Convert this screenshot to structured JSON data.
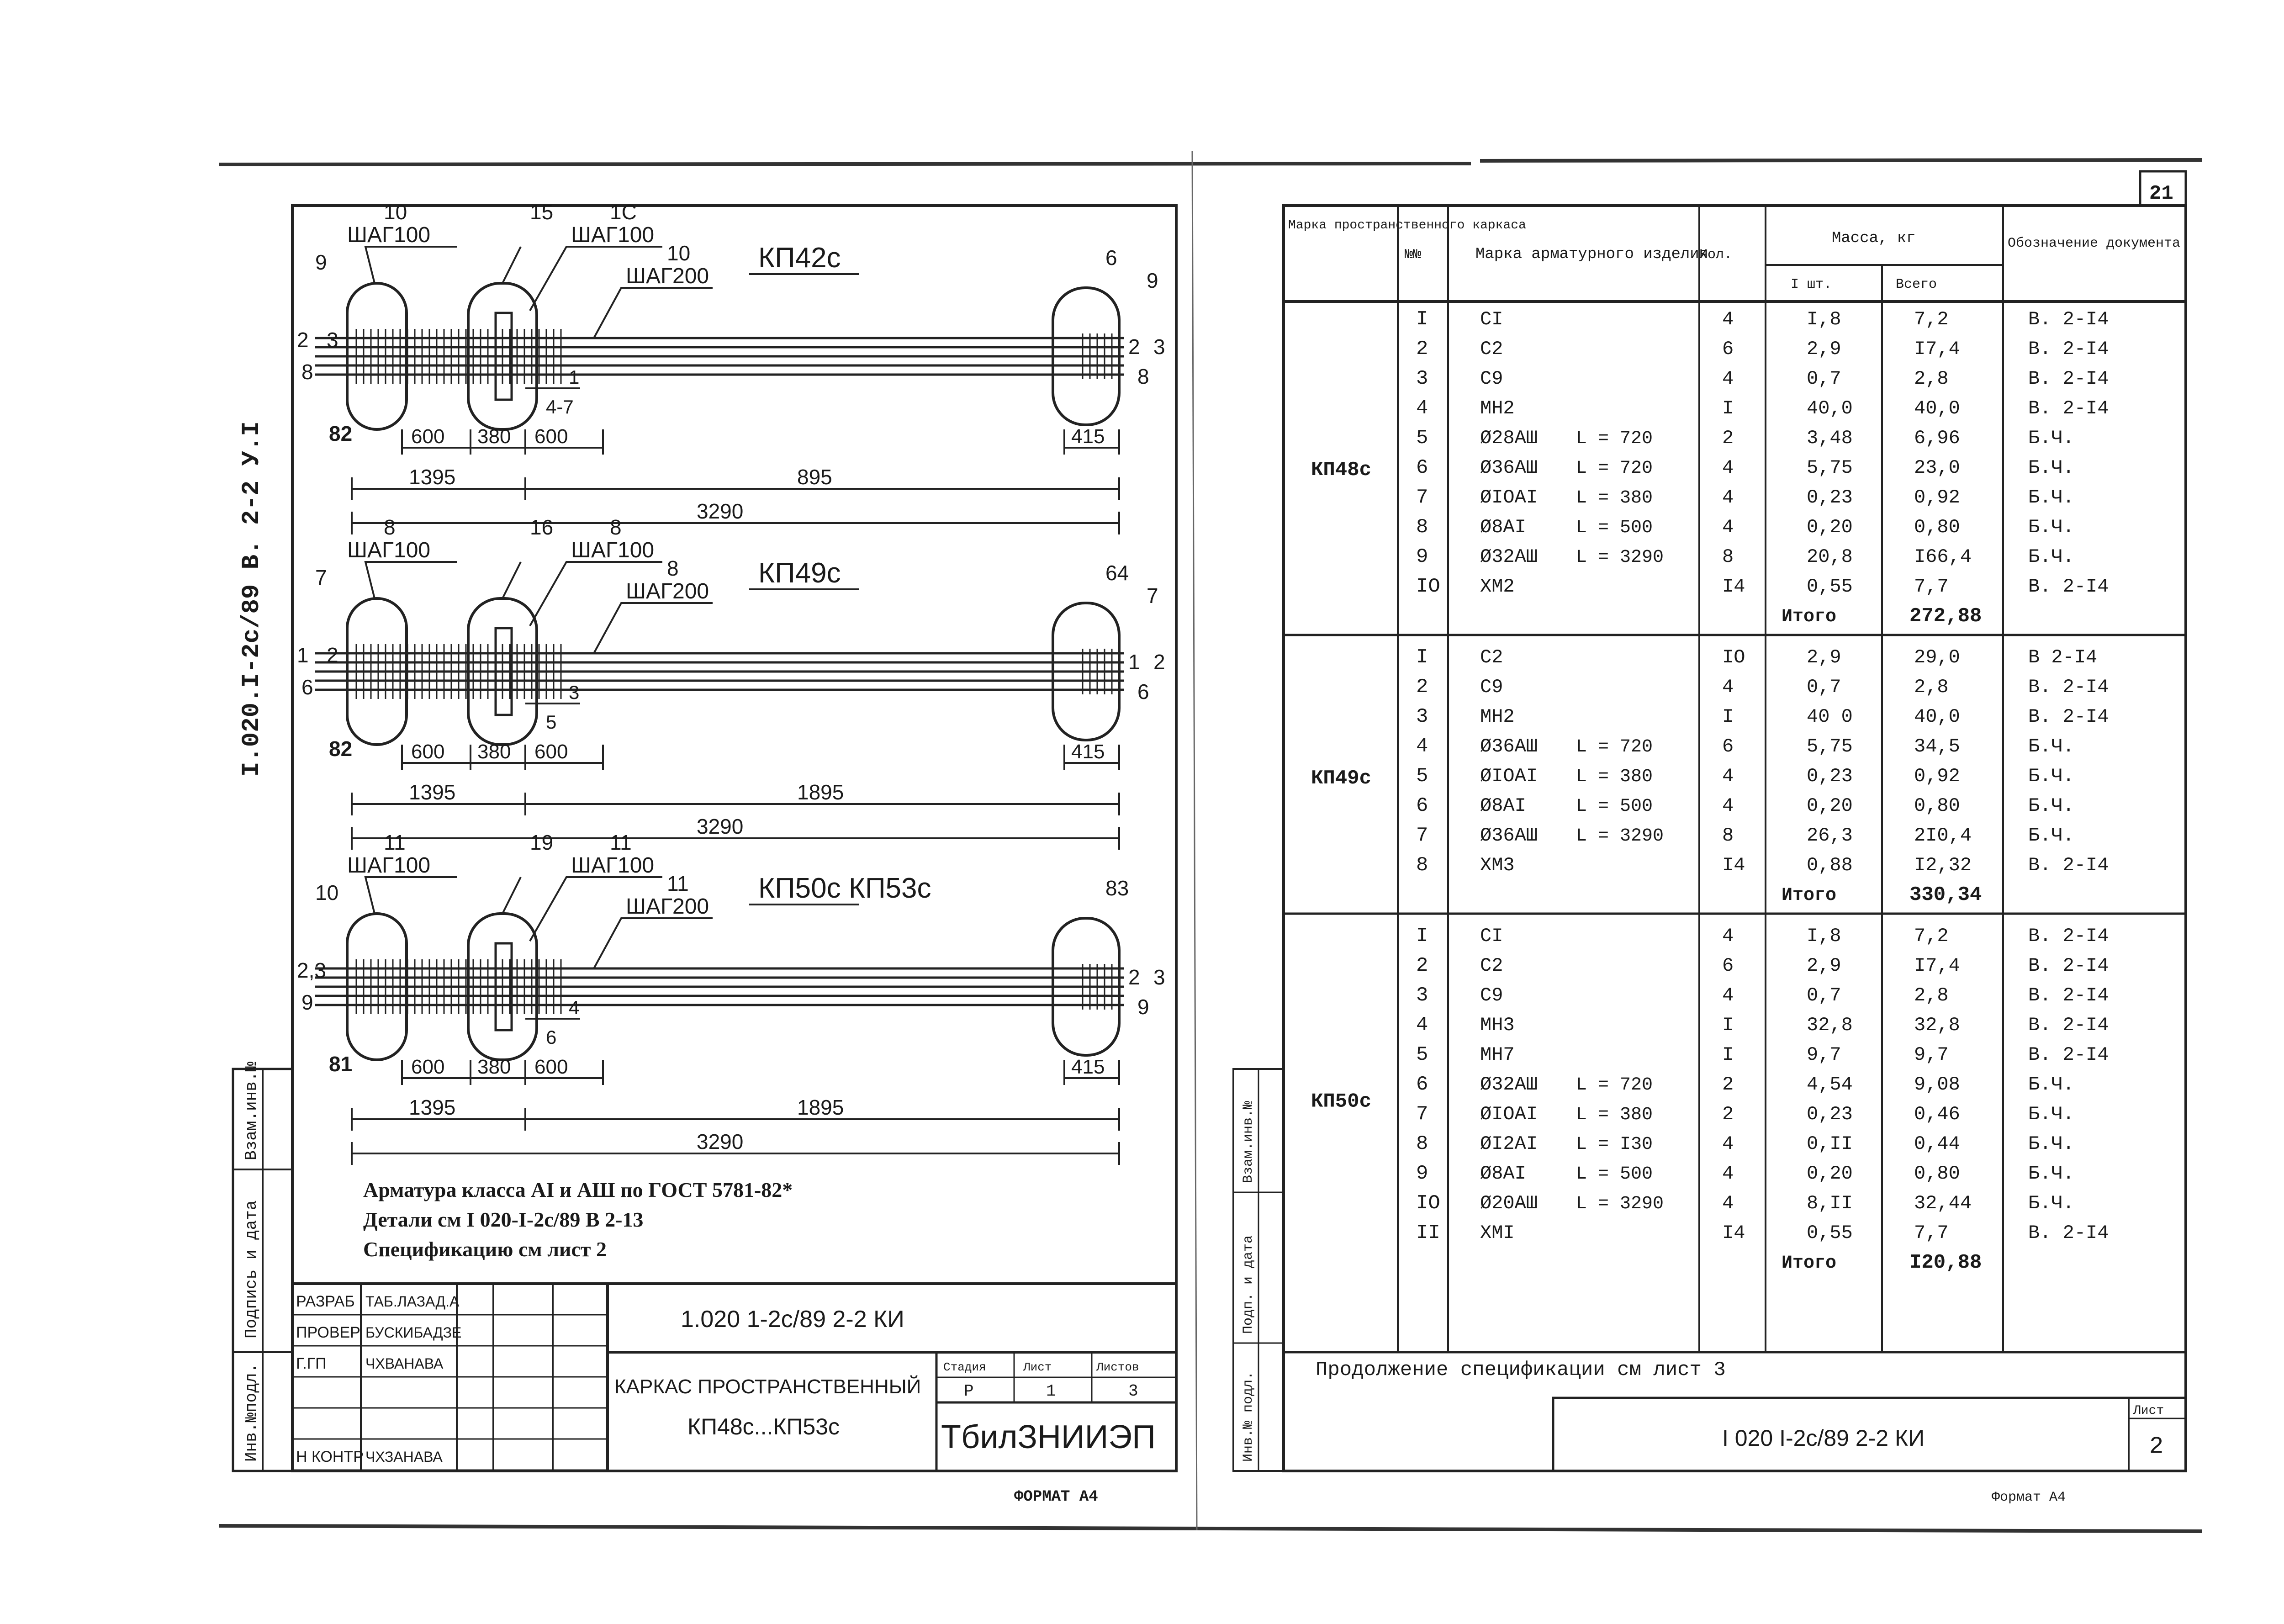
{
  "left_sheet": {
    "side_label": "I.020.I-2c/89 В. 2-2 У.I",
    "left_strip": {
      "inv_label": "Инв.№подл.",
      "sign_date_label": "Подпись и дата",
      "replace_label": "Взам.инв.№"
    },
    "drawings": [
      {
        "title": "КП42с",
        "left_shag_label": "ШАГ100",
        "right_shag_label": "ШАГ100",
        "mid_shag_label": "ШАГ200",
        "left_top_num": "10",
        "mid_top_num": "15",
        "mid_top_num2": "1С",
        "mid_shag_num": "10",
        "end_tag": "9",
        "left_tag": "9",
        "left_pos_top": "2",
        "left_pos_top2": "3",
        "left_pos_bottom": "8",
        "right_pos_top": "2",
        "right_pos_top2": "3",
        "right_pos_bottom": "8",
        "right_top_num": "6",
        "right_end_tag": "9",
        "section_top": "1",
        "section_bottom": "4-7",
        "loop_tag": "82",
        "dim_600a": "600",
        "dim_380": "380",
        "dim_600b": "600",
        "dim_415": "415",
        "dim_1395": "1395",
        "dim_mid": "895",
        "dim_total": "3290"
      },
      {
        "title": "КП49с",
        "left_shag_label": "ШАГ100",
        "right_shag_label": "ШАГ100",
        "mid_shag_label": "ШАГ200",
        "left_top_num": "8",
        "mid_top_num": "16",
        "mid_top_num2": "8",
        "mid_shag_num": "8",
        "end_tag": "7",
        "left_tag": "7",
        "left_pos_top": "1",
        "left_pos_top2": "2",
        "left_pos_bottom": "6",
        "right_pos_top": "1",
        "right_pos_top2": "2",
        "right_pos_bottom": "6",
        "right_top_num": "64",
        "right_end_tag": "7",
        "section_top": "3",
        "section_bottom": "5",
        "loop_tag": "82",
        "dim_600a": "600",
        "dim_380": "380",
        "dim_600b": "600",
        "dim_415": "415",
        "dim_1395": "1395",
        "dim_mid": "1895",
        "dim_total": "3290"
      },
      {
        "title": "КП50с КП53с",
        "left_shag_label": "ШАГ100",
        "right_shag_label": "ШАГ100",
        "mid_shag_label": "ШАГ200",
        "left_top_num": "11",
        "mid_top_num": "19",
        "mid_top_num2": "11",
        "mid_shag_num": "11",
        "end_tag": "10",
        "left_tag": "10",
        "left_pos_top": "2,3",
        "left_pos_top2": "",
        "left_pos_bottom": "9",
        "right_pos_top": "2",
        "right_pos_top2": "3",
        "right_pos_bottom": "9",
        "right_top_num": "83",
        "right_end_tag": "",
        "section_top": "4",
        "section_bottom": "6",
        "loop_tag": "81",
        "dim_600a": "600",
        "dim_380": "380",
        "dim_600b": "600",
        "dim_415": "415",
        "dim_1395": "1395",
        "dim_mid": "1895",
        "dim_total": "3290"
      }
    ],
    "notes": [
      "Арматура класса АI и АШ по ГОСТ 5781-82*",
      "Детали см I 020-I-2с/89 В 2-13",
      "Спецификацию см лист 2"
    ],
    "title_block": {
      "doc_code": "1.020 1-2с/89 2-2 КИ",
      "roles": [
        {
          "role": "РАЗРАБ",
          "name": "ТАБ.ЛАЗАД.А"
        },
        {
          "role": "ПРОВЕР",
          "name": "БУСКИБАДЗЕ"
        },
        {
          "role": "Г.ГП",
          "name": "ЧХВАНАВА"
        },
        {
          "role": "",
          "name": ""
        },
        {
          "role": "",
          "name": ""
        },
        {
          "role": "Н КОНТР",
          "name": "ЧХЗАНАВА"
        }
      ],
      "name_line1": "КАРКАС ПРОСТРАНСТВЕННЫЙ",
      "name_line2": "КП48с...КП53с",
      "stage_label": "Стадия",
      "sheet_label": "Лист",
      "sheets_label": "Листов",
      "stage": "Р",
      "sheet": "1",
      "sheets": "3",
      "org": "ТбилЗНИИЭП"
    },
    "format": "ФОРМАТ А4"
  },
  "right_sheet": {
    "corner_num": "21",
    "headers": {
      "mark": "Марка пространственного каркаса",
      "no": "№№",
      "name": "Марка арматурного изделия",
      "qty": "Кол.",
      "mass": "Масса, кг",
      "mass_one": "I шт.",
      "mass_all": "Всего",
      "doc": "Обозначение документа"
    },
    "groups": [
      {
        "mark": "КП48с",
        "rows": [
          {
            "no": "I",
            "name": "СI",
            "len": "",
            "qty": "4",
            "one": "I,8",
            "all": "7,2",
            "doc": "В. 2-I4"
          },
          {
            "no": "2",
            "name": "С2",
            "len": "",
            "qty": "6",
            "one": "2,9",
            "all": "I7,4",
            "doc": "В. 2-I4"
          },
          {
            "no": "3",
            "name": "С9",
            "len": "",
            "qty": "4",
            "one": "0,7",
            "all": "2,8",
            "doc": "В. 2-I4"
          },
          {
            "no": "4",
            "name": "МН2",
            "len": "",
            "qty": "I",
            "one": "40,0",
            "all": "40,0",
            "doc": "В. 2-I4"
          },
          {
            "no": "5",
            "name": "Ø28АШ",
            "len": "L = 720",
            "qty": "2",
            "one": "3,48",
            "all": "6,96",
            "doc": "Б.Ч."
          },
          {
            "no": "6",
            "name": "Ø36АШ",
            "len": "L = 720",
            "qty": "4",
            "one": "5,75",
            "all": "23,0",
            "doc": "Б.Ч."
          },
          {
            "no": "7",
            "name": "ØIОАI",
            "len": "L = 380",
            "qty": "4",
            "one": "0,23",
            "all": "0,92",
            "doc": "Б.Ч."
          },
          {
            "no": "8",
            "name": "Ø8АI",
            "len": "L = 500",
            "qty": "4",
            "one": "0,20",
            "all": "0,80",
            "doc": "Б.Ч."
          },
          {
            "no": "9",
            "name": "Ø32АШ",
            "len": "L = 3290",
            "qty": "8",
            "one": "20,8",
            "all": "I66,4",
            "doc": "Б.Ч."
          },
          {
            "no": "IO",
            "name": "ХМ2",
            "len": "",
            "qty": "I4",
            "one": "0,55",
            "all": "7,7",
            "doc": "В. 2-I4"
          }
        ],
        "total_label": "Итого",
        "total": "272,88"
      },
      {
        "mark": "КП49с",
        "rows": [
          {
            "no": "I",
            "name": "С2",
            "len": "",
            "qty": "IO",
            "one": "2,9",
            "all": "29,0",
            "doc": "В 2-I4"
          },
          {
            "no": "2",
            "name": "С9",
            "len": "",
            "qty": "4",
            "one": "0,7",
            "all": "2,8",
            "doc": "В. 2-I4"
          },
          {
            "no": "3",
            "name": "МН2",
            "len": "",
            "qty": "I",
            "one": "40 0",
            "all": "40,0",
            "doc": "В. 2-I4"
          },
          {
            "no": "4",
            "name": "Ø36АШ",
            "len": "L = 720",
            "qty": "6",
            "one": "5,75",
            "all": "34,5",
            "doc": "Б.Ч."
          },
          {
            "no": "5",
            "name": "ØIОАI",
            "len": "L = 380",
            "qty": "4",
            "one": "0,23",
            "all": "0,92",
            "doc": "Б.Ч."
          },
          {
            "no": "6",
            "name": "Ø8АI",
            "len": "L = 500",
            "qty": "4",
            "one": "0,20",
            "all": "0,80",
            "doc": "Б.Ч."
          },
          {
            "no": "7",
            "name": "Ø36АШ",
            "len": "L = 3290",
            "qty": "8",
            "one": "26,3",
            "all": "2I0,4",
            "doc": "Б.Ч."
          },
          {
            "no": "8",
            "name": "ХМ3",
            "len": "",
            "qty": "I4",
            "one": "0,88",
            "all": "I2,32",
            "doc": "В. 2-I4"
          }
        ],
        "total_label": "Итого",
        "total": "330,34"
      },
      {
        "mark": "КП50с",
        "rows": [
          {
            "no": "I",
            "name": "СI",
            "len": "",
            "qty": "4",
            "one": "I,8",
            "all": "7,2",
            "doc": "В. 2-I4"
          },
          {
            "no": "2",
            "name": "С2",
            "len": "",
            "qty": "6",
            "one": "2,9",
            "all": "I7,4",
            "doc": "В. 2-I4"
          },
          {
            "no": "3",
            "name": "С9",
            "len": "",
            "qty": "4",
            "one": "0,7",
            "all": "2,8",
            "doc": "В. 2-I4"
          },
          {
            "no": "4",
            "name": "МН3",
            "len": "",
            "qty": "I",
            "one": "32,8",
            "all": "32,8",
            "doc": "В. 2-I4"
          },
          {
            "no": "5",
            "name": "МН7",
            "len": "",
            "qty": "I",
            "one": "9,7",
            "all": "9,7",
            "doc": "В. 2-I4"
          },
          {
            "no": "6",
            "name": "Ø32АШ",
            "len": "L = 720",
            "qty": "2",
            "one": "4,54",
            "all": "9,08",
            "doc": "Б.Ч."
          },
          {
            "no": "7",
            "name": "ØIОАI",
            "len": "L = 380",
            "qty": "2",
            "one": "0,23",
            "all": "0,46",
            "doc": "Б.Ч."
          },
          {
            "no": "8",
            "name": "ØI2АI",
            "len": "L = I30",
            "qty": "4",
            "one": "0,II",
            "all": "0,44",
            "doc": "Б.Ч."
          },
          {
            "no": "9",
            "name": "Ø8АI",
            "len": "L = 500",
            "qty": "4",
            "one": "0,20",
            "all": "0,80",
            "doc": "Б.Ч."
          },
          {
            "no": "IO",
            "name": "Ø20АШ",
            "len": "L = 3290",
            "qty": "4",
            "one": "8,II",
            "all": "32,44",
            "doc": "Б.Ч."
          },
          {
            "no": "II",
            "name": "ХМI",
            "len": "",
            "qty": "I4",
            "one": "0,55",
            "all": "7,7",
            "doc": "В. 2-I4"
          }
        ],
        "total_label": "Итого",
        "total": "I20,88"
      }
    ],
    "continuation": "Продолжение спецификации см лист 3",
    "doc_code": "I 020 I-2с/89 2-2 КИ",
    "sheet_label": "Лист",
    "sheet_no": "2",
    "left_strip": {
      "a": "Взам.инв.№",
      "b": "Подп. и дата",
      "c": "Инв.№ подл."
    },
    "format": "Формат А4"
  }
}
